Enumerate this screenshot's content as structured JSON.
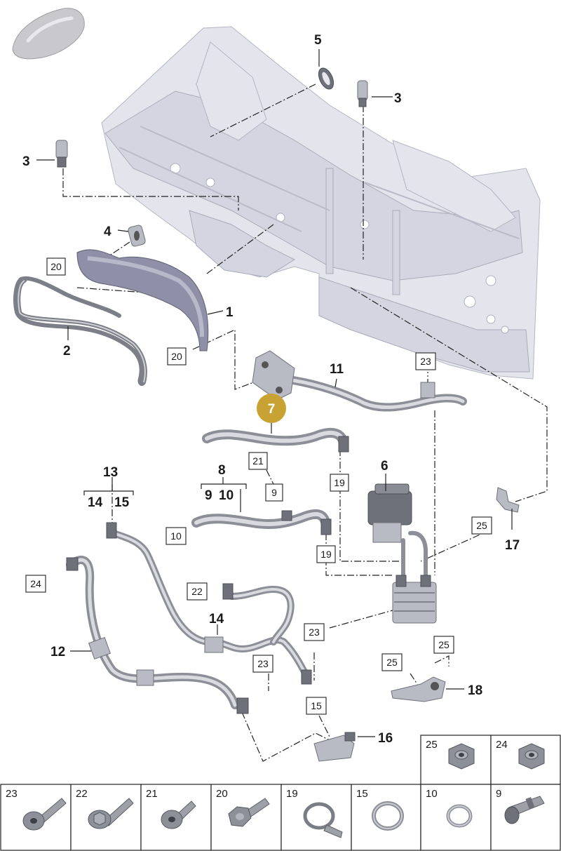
{
  "labels": {
    "l1": "1",
    "l2": "2",
    "l3a": "3",
    "l3b": "3",
    "l4": "4",
    "l5": "5",
    "l6": "6",
    "l7": "7",
    "l8": "8",
    "l9": "9",
    "l10": "10",
    "l11": "11",
    "l12": "12",
    "l13": "13",
    "l14a": "14",
    "l14b": "14",
    "l15": "15",
    "l16": "16",
    "l17": "17",
    "l18": "18"
  },
  "boxed": {
    "b20a": "20",
    "b20b": "20",
    "b23a": "23",
    "b21": "21",
    "b9": "9",
    "b19a": "19",
    "b19b": "19",
    "b10": "10",
    "b25a": "25",
    "b24": "24",
    "b22": "22",
    "b23b": "23",
    "b23c": "23",
    "b15": "15",
    "b25b": "25",
    "b25c": "25"
  },
  "highlight": {
    "label": "7",
    "color": "#c8a233"
  },
  "legend": {
    "top": [
      {
        "label": "25",
        "icon": "hex-nut-icon"
      },
      {
        "label": "24",
        "icon": "hex-nut-icon"
      }
    ],
    "bottom": [
      {
        "label": "23",
        "icon": "torx-bolt-icon"
      },
      {
        "label": "22",
        "icon": "flange-bolt-icon"
      },
      {
        "label": "21",
        "icon": "torx-bolt-short-icon"
      },
      {
        "label": "20",
        "icon": "hex-bolt-icon"
      },
      {
        "label": "19",
        "icon": "hose-clamp-icon"
      },
      {
        "label": "15",
        "icon": "o-ring-icon"
      },
      {
        "label": "10",
        "icon": "o-ring-small-icon"
      },
      {
        "label": "9",
        "icon": "valve-insert-icon"
      }
    ]
  }
}
